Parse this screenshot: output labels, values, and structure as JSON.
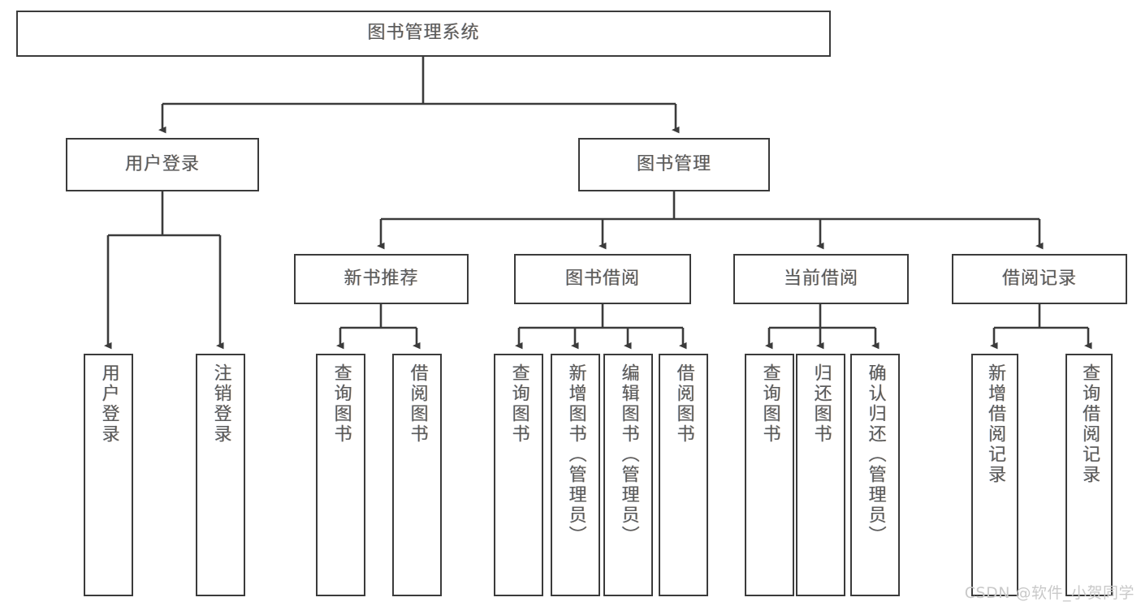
{
  "diagram": {
    "title": "图书管理系统",
    "type": "tree-hierarchy",
    "root": {
      "label": "图书管理系统"
    },
    "level2": [
      {
        "label": "用户登录"
      },
      {
        "label": "图书管理"
      }
    ],
    "level3": [
      {
        "label": "新书推荐"
      },
      {
        "label": "图书借阅"
      },
      {
        "label": "当前借阅"
      },
      {
        "label": "借阅记录"
      }
    ],
    "leaves": {
      "user_login": [
        {
          "label": "用户登录"
        },
        {
          "label": "注销登录"
        }
      ],
      "new_book_recommend": [
        {
          "label": "查询图书"
        },
        {
          "label": "借阅图书"
        }
      ],
      "book_borrow": [
        {
          "label": "查询图书"
        },
        {
          "label": "新增图书（管理员）"
        },
        {
          "label": "编辑图书（管理员）"
        },
        {
          "label": "借阅图书"
        }
      ],
      "current_borrow": [
        {
          "label": "查询图书"
        },
        {
          "label": "归还图书"
        },
        {
          "label": "确认归还（管理员）"
        }
      ],
      "borrow_record": [
        {
          "label": "新增借阅记录"
        },
        {
          "label": "查询借阅记录"
        }
      ]
    }
  },
  "watermark": {
    "text": "CSDN @软件_小贺同学"
  },
  "colors": {
    "stroke": "#3b3b3b",
    "text": "#5a5a5a",
    "background": "#ffffff",
    "watermark": "#c9c9c9"
  }
}
